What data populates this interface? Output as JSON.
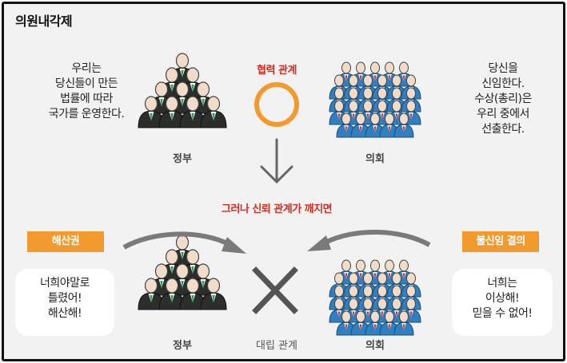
{
  "title": "의원내각제",
  "top": {
    "gov_speech": "우리는\n당신들이 만든\n법률에 따라\n국가를 운영한다.",
    "parl_speech": "당신을\n신임한다.\n수상(총리)은\n우리 중에서\n선출한다.",
    "relation_label": "협력 관계",
    "gov_label": "정부",
    "parl_label": "의회"
  },
  "middle": {
    "condition": "그러나 신뢰 관계가 깨지면"
  },
  "bottom": {
    "gov_power": "해산권",
    "parl_power": "불신임 결의",
    "gov_speech": "너희야말로\n틀렸어!\n해산해!",
    "parl_speech": "너희는\n이상해!\n믿을 수 없어!",
    "relation_label": "대립 관계",
    "gov_label": "정부",
    "parl_label": "의회"
  },
  "colors": {
    "accent": "#f29a2e",
    "red": "#d62b1f",
    "gov_suit": "#2b2e2b",
    "parl_suit": "#2f7fc1",
    "tie": "#d62b1f",
    "skin": "#f0dcc8"
  },
  "icons": {
    "cooperation": "circle-icon",
    "opposition": "x-icon",
    "flow": "down-arrow-icon"
  }
}
